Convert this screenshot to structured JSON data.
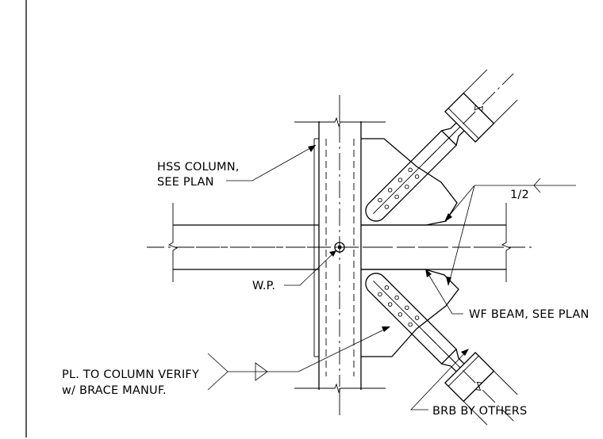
{
  "labels": {
    "hss_column_1": "HSS COLUMN,",
    "hss_column_2": "SEE PLAN",
    "weld": "1/2",
    "work_point": "W.P.",
    "wf_beam": "WF BEAM, SEE PLAN",
    "plate_1": "PL. TO COLUMN VERIFY",
    "plate_2": "w/ BRACE MANUF.",
    "brb": "BRB BY OTHERS"
  },
  "icons": [
    "work-point-symbol",
    "break-symbol",
    "weld-symbol-arrow",
    "leader-arrow"
  ],
  "colors": {
    "line": "#000000",
    "background": "#ffffff"
  }
}
